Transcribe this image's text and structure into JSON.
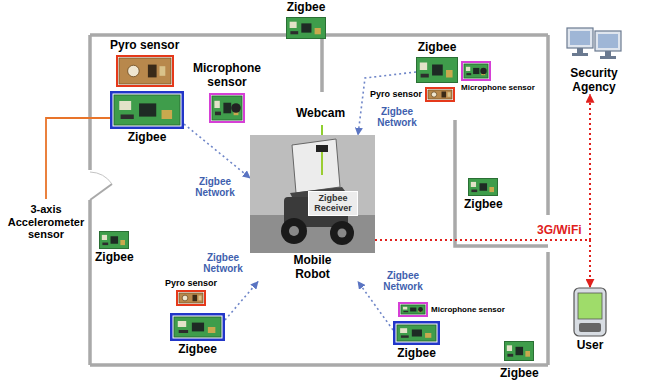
{
  "diagram": {
    "nodes": [
      {
        "text": [
          "Zigbee"
        ]
      },
      {
        "text": [
          "Security Agency"
        ]
      },
      {
        "text": [
          "Pyro sensor"
        ]
      },
      {
        "text": [
          "Zigbee"
        ]
      },
      {
        "text": [
          "Microphone sensor"
        ]
      },
      {
        "text": [
          "Pyro sensor"
        ]
      },
      {
        "text": [
          "Microphone sensor"
        ]
      },
      {
        "text": [
          "Zigbee"
        ]
      },
      {
        "text": [
          "Mobile Robot"
        ]
      },
      {
        "text": [
          "Zigbee Receiver"
        ],
        "in": 8
      },
      {
        "text": [
          "Zigbee"
        ]
      },
      {
        "text": [
          "Zigbee"
        ]
      },
      {
        "text": [
          "Pyro sensor"
        ]
      },
      {
        "text": [
          "Microphone sensor"
        ]
      },
      {
        "text": [
          "Zigbee"
        ]
      },
      {
        "text": [
          "Zigbee"
        ]
      },
      {
        "text": [
          "User"
        ]
      },
      {
        "text": [
          "Zigbee"
        ]
      }
    ],
    "edges": [
      {
        "from": 7,
        "to": 8,
        "arrow": "to",
        "label": "Zigbee Network"
      },
      {
        "from": 3,
        "to": 8,
        "arrow": "to",
        "label": "Zigbee Network"
      },
      {
        "from": 14,
        "to": 8,
        "arrow": "to",
        "label": "Zigbee Network"
      },
      {
        "from": 15,
        "to": 8,
        "arrow": "to",
        "label": "Zigbee Network"
      },
      {
        "from": 8,
        "to": 1,
        "arrow": "to",
        "label": "3G/WiFi"
      },
      {
        "from": 8,
        "to": 16,
        "arrow": "to"
      }
    ],
    "labels": [
      "3-axis Accelerometer sensor",
      "Webcam"
    ]
  }
}
